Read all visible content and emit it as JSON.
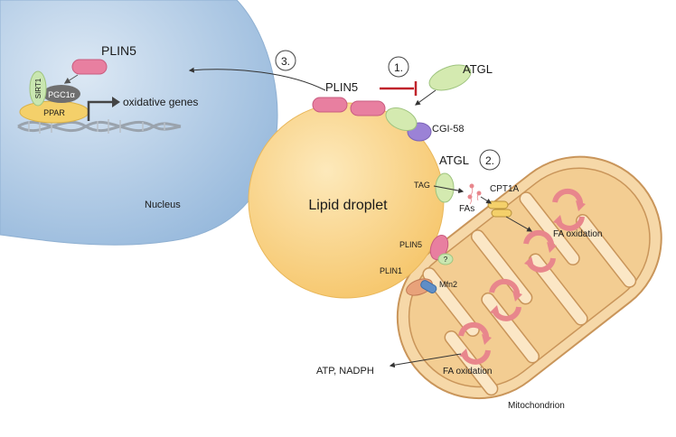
{
  "labels": {
    "plin5_nucleus": "PLIN5",
    "sirt1": "SIRT1",
    "pgc1a": "PGC1α",
    "ppar": "PPAR",
    "oxidative_genes": "oxidative genes",
    "nucleus": "Nucleus",
    "step3": "3.",
    "step1": "1.",
    "step2": "2.",
    "plin5_top": "PLIN5",
    "atgl_top": "ATGL",
    "cgi58": "CGI-58",
    "atgl_mid": "ATGL",
    "tag": "TAG",
    "fas": "FAs",
    "cpt1a": "CPT1A",
    "lipid_droplet": "Lipid droplet",
    "plin5_side": "PLIN5",
    "question": "?",
    "plin1": "PLIN1",
    "mfn2": "Mfn2",
    "fa_oxidation_upper": "FA oxidation",
    "fa_oxidation_lower": "FA oxidation",
    "atp_nadph": "ATP, NADPH",
    "mitochondrion": "Mitochondrion"
  },
  "colors": {
    "nucleus_fill": "#b3cde6",
    "lipid_droplet": "#fbd78e",
    "mitochondrion": "#f6d8a8",
    "mito_outline": "#c9955a",
    "plin5_pink": "#e87fa0",
    "atgl_green": "#d4eab0",
    "cgi58_purple": "#9b82d6",
    "inhibition_red": "#c0232b",
    "cycle_arrow": "#e8868c",
    "dna_grey": "#9aa3ad",
    "ppar_yellow": "#f4d06a",
    "pgc1a_grey": "#6f6f6f",
    "sirt1_green": "#c9e6b0",
    "mfn2_blue": "#5f8ec7",
    "plin1_orange": "#e8a27a"
  }
}
